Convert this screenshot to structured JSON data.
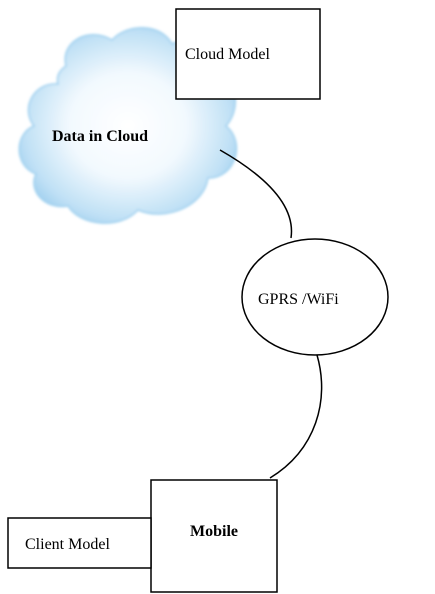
{
  "nodes": {
    "cloud_model": {
      "label": "Cloud Model"
    },
    "data_cloud": {
      "label": "Data in Cloud"
    },
    "network": {
      "label": "GPRS /WiFi"
    },
    "mobile": {
      "label": "Mobile"
    },
    "client_model": {
      "label": "Client Model"
    }
  },
  "colors": {
    "stroke": "#000000",
    "cloud_fill_center": "#ffffff",
    "cloud_fill_edge": "#8fc7ec",
    "background": "#ffffff"
  }
}
